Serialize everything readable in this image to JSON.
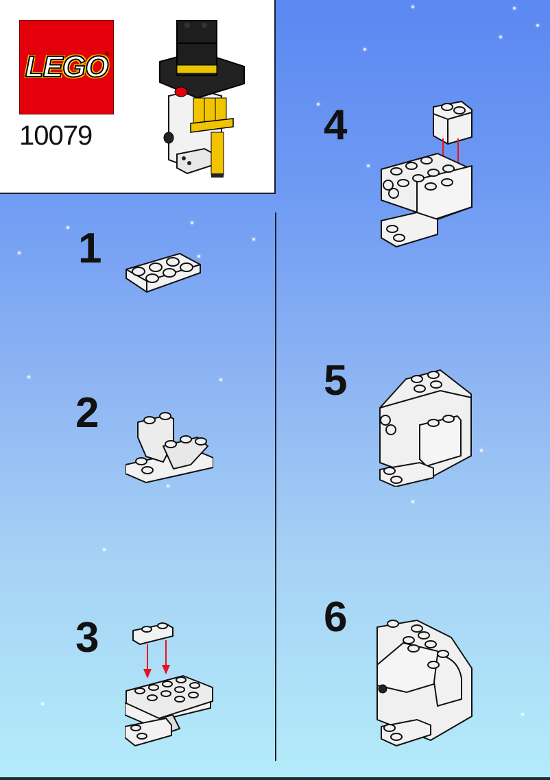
{
  "document": {
    "type": "LEGO building instructions",
    "brand_logo": "LEGO",
    "set_number": "10079",
    "cover_model": "snowman-with-top-hat"
  },
  "colors": {
    "background_top": "#5b88f2",
    "background_bottom": "#b4ecfa",
    "logo_red": "#e3000b",
    "logo_yellow": "#f5d000",
    "arrow_red": "#e8141e",
    "brick_white": "#f2f2f2",
    "outline": "#111111"
  },
  "steps": [
    {
      "number": "1",
      "description": "2x3 white plate"
    },
    {
      "number": "2",
      "description": "add slope bricks onto plate"
    },
    {
      "number": "3",
      "description": "attach 1x2 plate with arrows"
    },
    {
      "number": "4",
      "description": "attach 1x2 brick with arrows"
    },
    {
      "number": "5",
      "description": "add rounded head bricks"
    },
    {
      "number": "6",
      "description": "add curved top and side stud"
    }
  ]
}
